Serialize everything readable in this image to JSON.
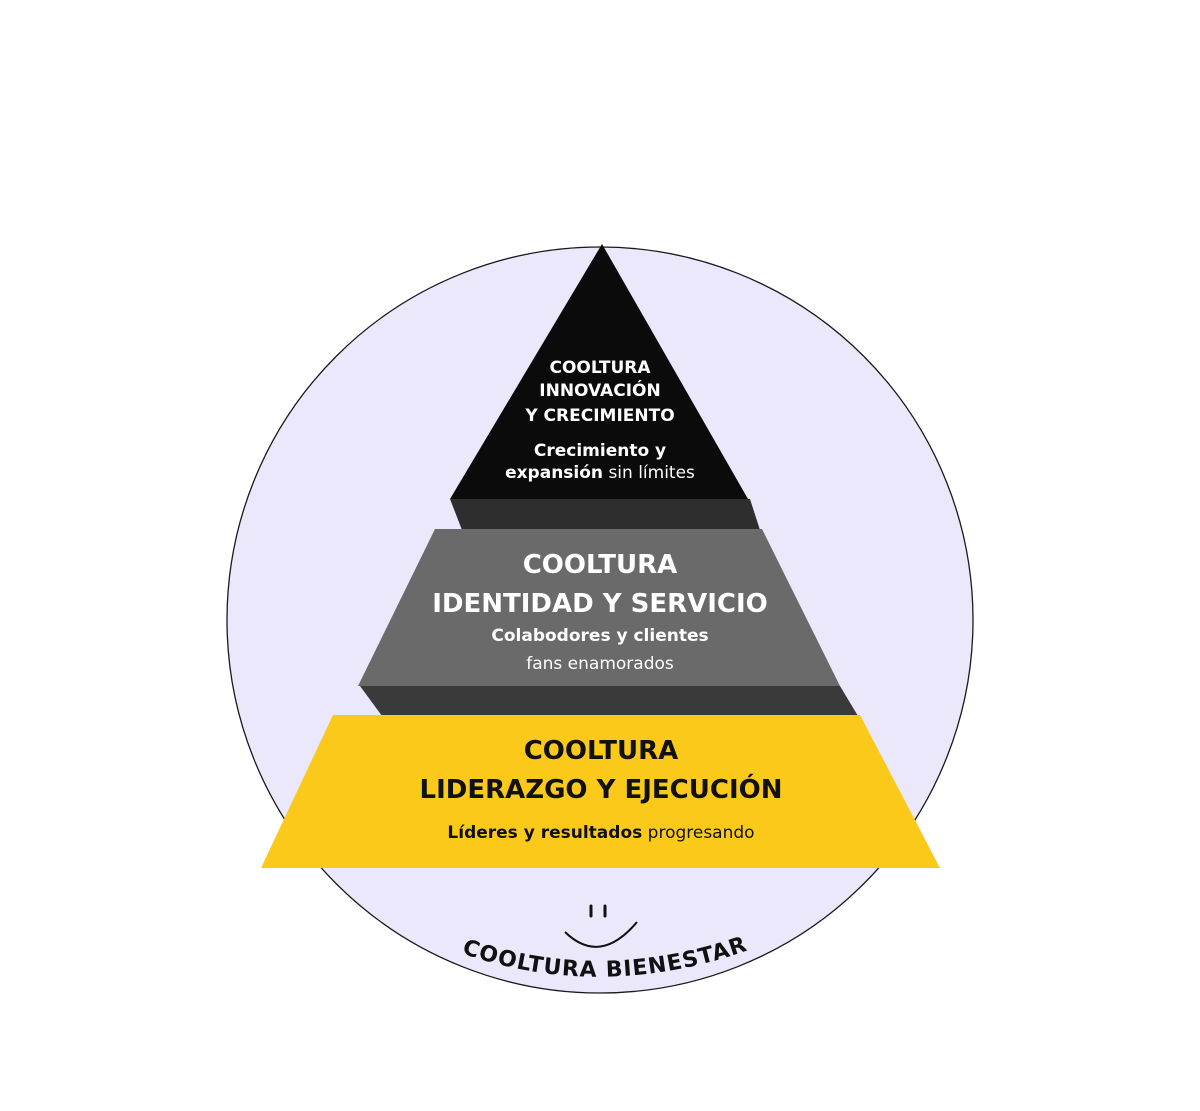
{
  "colors": {
    "circle_fill": "#ebe8fb",
    "circle_stroke": "#1a1a1a",
    "top_tier": "#0b0b0b",
    "top_ledge": "#2e2e2e",
    "middle_tier": "#6a6a6a",
    "middle_ledge": "#3a3a3a",
    "bottom_tier": "#fbc91a",
    "text_light": "#ffffff",
    "text_dark": "#111111"
  },
  "tiers": {
    "top": {
      "title_lines": [
        "COOLTURA",
        "INNOVACIÓN",
        "Y CRECIMIENTO"
      ],
      "subtitle_line1": "Crecimiento y",
      "subtitle_bold": "expansión",
      "subtitle_regular": "sin límites"
    },
    "middle": {
      "title_lines": [
        "COOLTURA",
        "IDENTIDAD Y SERVICIO"
      ],
      "subtitle_line1": "Colabodores y clientes",
      "subtitle_line2": "fans enamorados"
    },
    "bottom": {
      "title_lines": [
        "COOLTURA",
        "LIDERAZGO Y EJECUCIÓN"
      ],
      "subtitle_bold": "Líderes y resultados",
      "subtitle_regular": "progresando"
    }
  },
  "base_label": "COOLTURA BIENESTAR",
  "smiley_icon": "smiley-face-icon"
}
